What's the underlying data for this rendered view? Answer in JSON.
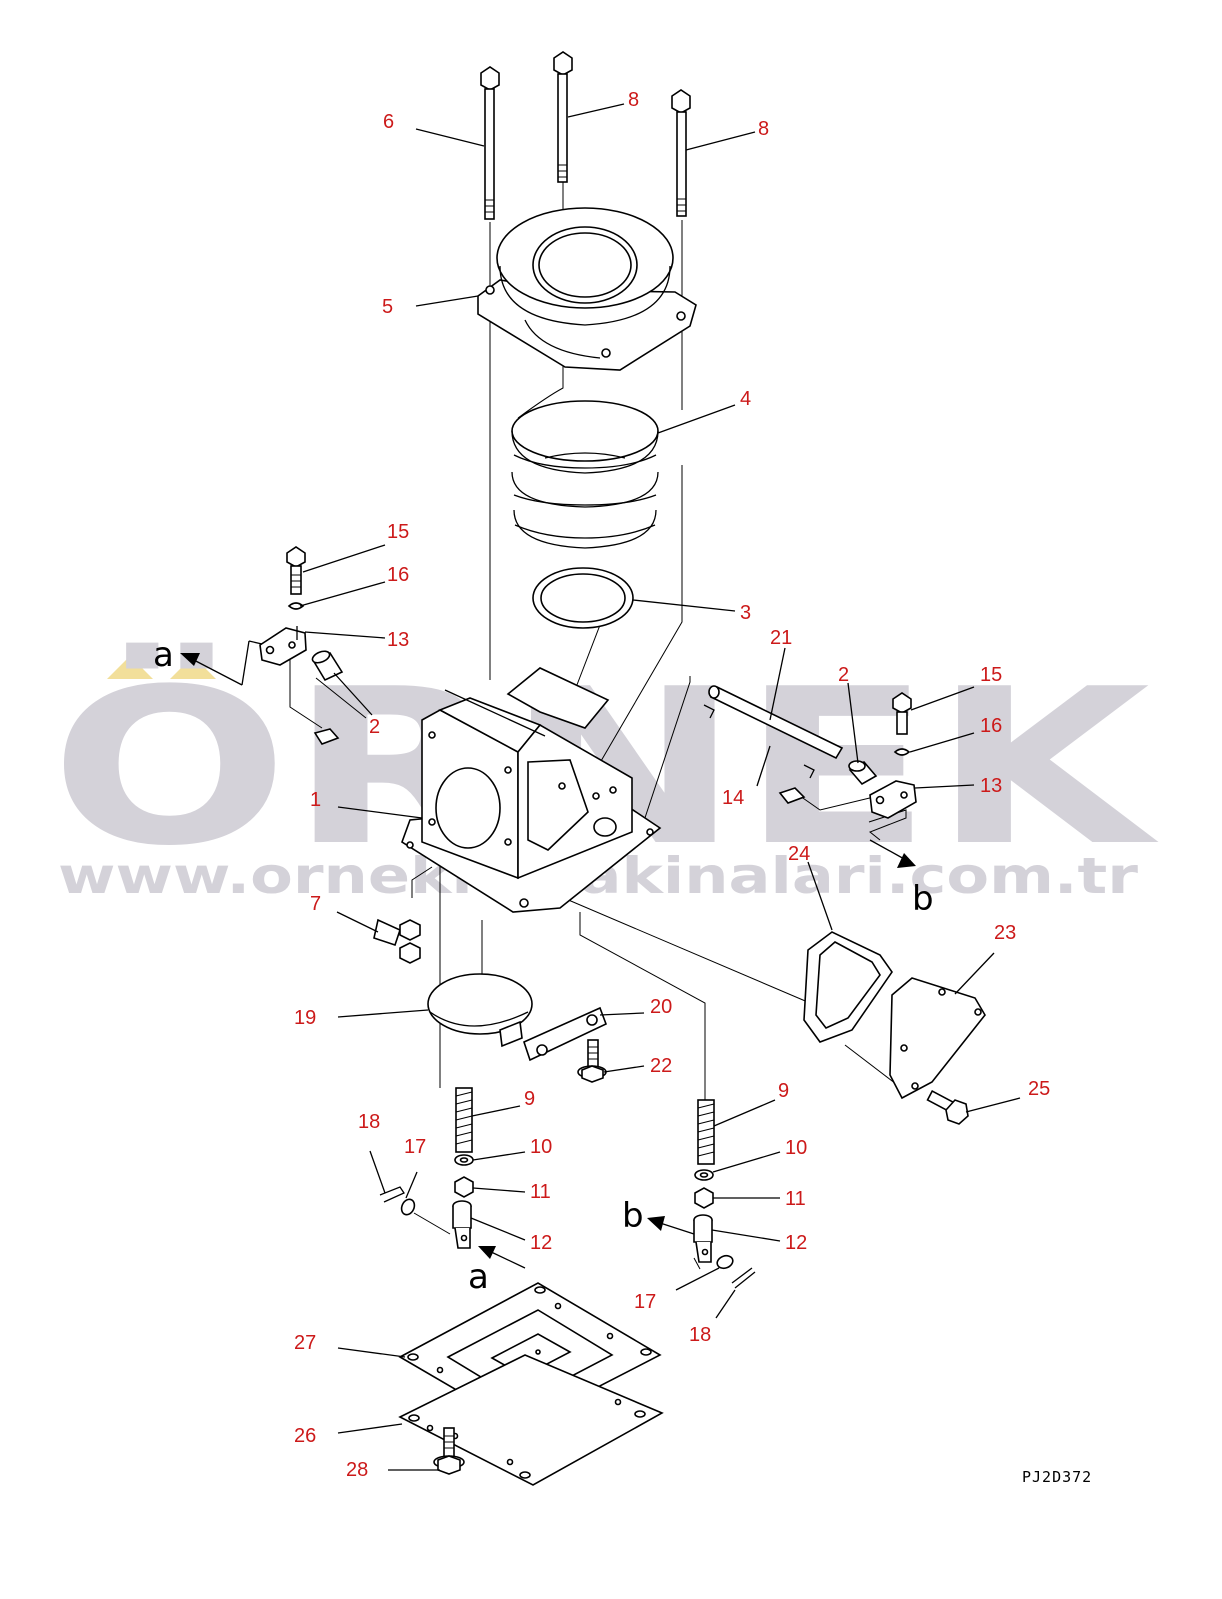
{
  "watermark": {
    "brand": "ÖRNEK",
    "url": "www.ornekiamakinalari.com.tr",
    "brand_color": "#d4d2d9",
    "accent_color": "#f2df9a"
  },
  "drawing_code": "PJ2D372",
  "colors": {
    "callout_text": "#cc1a1a",
    "lines": "#000000"
  },
  "callouts": [
    {
      "id": "c1",
      "text": "1"
    },
    {
      "id": "c2a",
      "text": "2"
    },
    {
      "id": "c2b",
      "text": "2"
    },
    {
      "id": "c3",
      "text": "3"
    },
    {
      "id": "c4",
      "text": "4"
    },
    {
      "id": "c5",
      "text": "5"
    },
    {
      "id": "c6",
      "text": "6"
    },
    {
      "id": "c7",
      "text": "7"
    },
    {
      "id": "c8a",
      "text": "8"
    },
    {
      "id": "c8b",
      "text": "8"
    },
    {
      "id": "c9a",
      "text": "9"
    },
    {
      "id": "c9b",
      "text": "9"
    },
    {
      "id": "c10a",
      "text": "10"
    },
    {
      "id": "c10b",
      "text": "10"
    },
    {
      "id": "c11a",
      "text": "11"
    },
    {
      "id": "c11b",
      "text": "11"
    },
    {
      "id": "c12a",
      "text": "12"
    },
    {
      "id": "c12b",
      "text": "12"
    },
    {
      "id": "c13a",
      "text": "13"
    },
    {
      "id": "c13b",
      "text": "13"
    },
    {
      "id": "c14",
      "text": "14"
    },
    {
      "id": "c15a",
      "text": "15"
    },
    {
      "id": "c15b",
      "text": "15"
    },
    {
      "id": "c16a",
      "text": "16"
    },
    {
      "id": "c16b",
      "text": "16"
    },
    {
      "id": "c17a",
      "text": "17"
    },
    {
      "id": "c17b",
      "text": "17"
    },
    {
      "id": "c18a",
      "text": "18"
    },
    {
      "id": "c18b",
      "text": "18"
    },
    {
      "id": "c19",
      "text": "19"
    },
    {
      "id": "c20",
      "text": "20"
    },
    {
      "id": "c21",
      "text": "21"
    },
    {
      "id": "c22",
      "text": "22"
    },
    {
      "id": "c23",
      "text": "23"
    },
    {
      "id": "c24",
      "text": "24"
    },
    {
      "id": "c25",
      "text": "25"
    },
    {
      "id": "c26",
      "text": "26"
    },
    {
      "id": "c27",
      "text": "27"
    },
    {
      "id": "c28",
      "text": "28"
    }
  ],
  "view_letters": [
    {
      "id": "va1",
      "text": "a"
    },
    {
      "id": "va2",
      "text": "a"
    },
    {
      "id": "vb1",
      "text": "b"
    },
    {
      "id": "vb2",
      "text": "b"
    }
  ]
}
